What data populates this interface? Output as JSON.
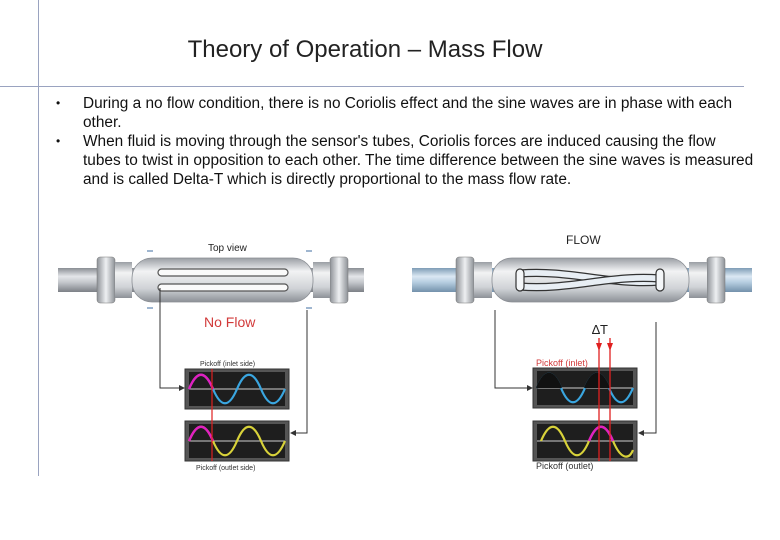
{
  "slide": {
    "title": "Theory of Operation – Mass Flow",
    "bullets": [
      "During a no flow condition, there is no Coriolis effect and the sine waves are in phase with each other.",
      "When fluid is moving through the sensor's tubes, Coriolis forces are induced causing the flow tubes to twist in opposition to each other. The time difference between the sine waves is measured and is called Delta-T which is directly proportional to the mass flow rate."
    ],
    "bullet_glyph": "•"
  },
  "diagram": {
    "left": {
      "view_label": "Top view",
      "condition_label": "No Flow",
      "pickoff_top_label": "Pickoff (inlet side)",
      "pickoff_bottom_label": "Pickoff (outlet side)"
    },
    "right": {
      "condition_label": "FLOW",
      "delta_label": "∆T",
      "pickoff_top_label": "Pickoff (inlet)",
      "pickoff_bottom_label": "Pickoff (outlet)"
    },
    "colors": {
      "no_flow_text": "#d23a3a",
      "marker_red": "#e02020",
      "sine_blue": "#3aa6e0",
      "sine_yellow": "#d8d23a",
      "sine_magenta": "#e020c0",
      "scope_bg": "#1e1e1e",
      "pipe_gray": "#b8bcc2",
      "pipe_blue": "#a9c6de"
    }
  }
}
